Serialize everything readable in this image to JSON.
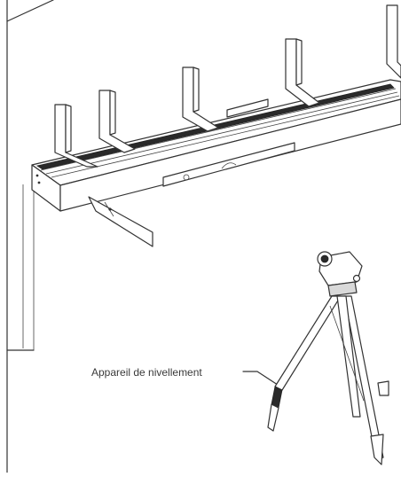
{
  "figure": {
    "callout_label": "Appareil de nivellement",
    "icons": [
      "support-beam-illustration",
      "leveling-instrument-icon",
      "tripod-illustration"
    ]
  }
}
